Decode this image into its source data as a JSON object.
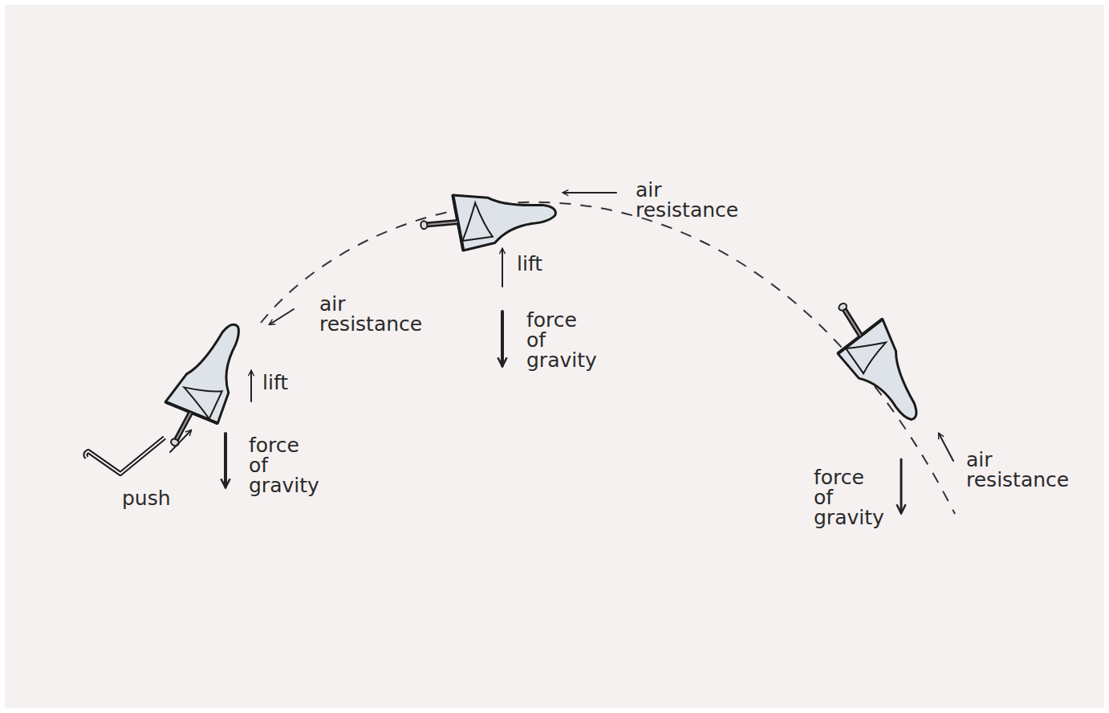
{
  "diagram": {
    "labels": [
      "air resistance",
      "lift",
      "force of gravity",
      "air resistance",
      "lift",
      "force of gravity",
      "push",
      "force of gravity",
      "air resistance"
    ]
  }
}
